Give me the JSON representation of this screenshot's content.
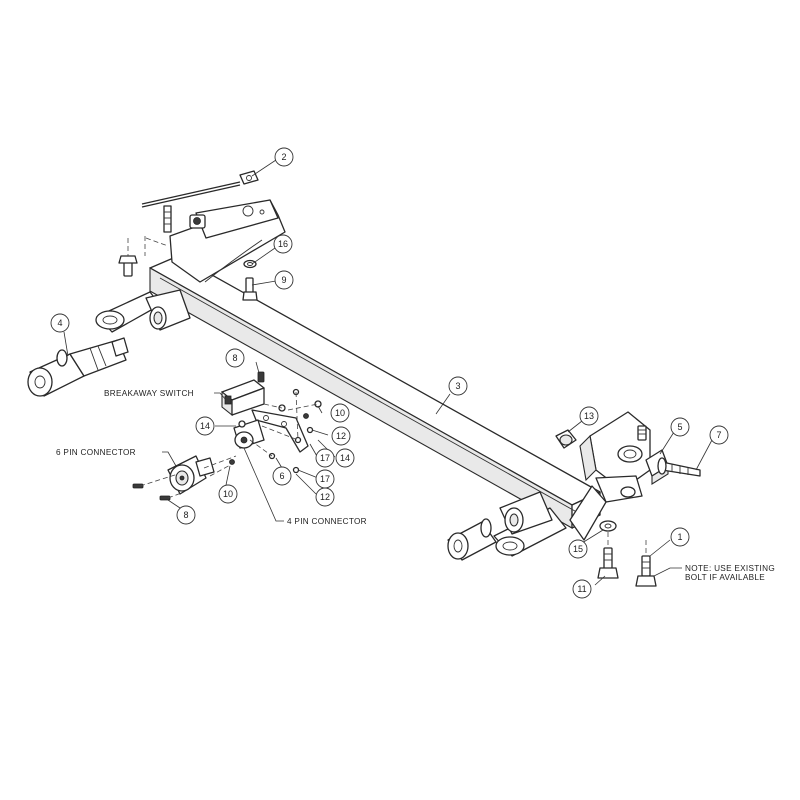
{
  "balloons": [
    "1",
    "2",
    "3",
    "4",
    "5",
    "6",
    "7",
    "8",
    "8",
    "9",
    "10",
    "10",
    "11",
    "12",
    "12",
    "13",
    "14",
    "14",
    "15",
    "16",
    "17",
    "17"
  ],
  "labels": {
    "breakaway_switch": "BREAKAWAY SWITCH",
    "six_pin_connector": "6 PIN CONNECTOR",
    "four_pin_connector": "4 PIN CONNECTOR",
    "note_line1": "NOTE: USE EXISTING",
    "note_line2": "BOLT IF AVAILABLE"
  },
  "colors": {
    "line": "#2a2a2a",
    "background": "#ffffff"
  }
}
